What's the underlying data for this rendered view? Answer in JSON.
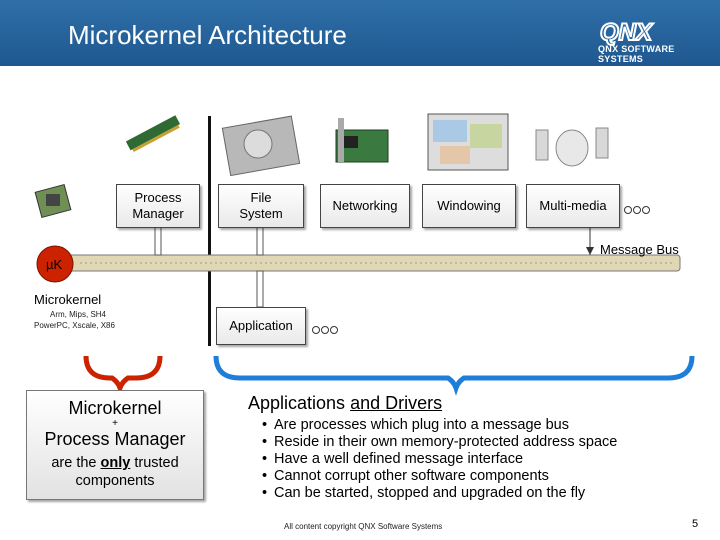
{
  "header": {
    "title": "Microkernel Architecture",
    "logo_text": "QNX",
    "logo_sub": "QNX SOFTWARE SYSTEMS"
  },
  "diagram": {
    "modules": [
      "Process\nManager",
      "File\nSystem",
      "Networking",
      "Windowing",
      "Multi-media"
    ],
    "message_bus_label": "Message Bus",
    "uk_label": "µK",
    "microkernel_label": "Microkernel",
    "cpu_list_line1": "Arm, Mips, SH4",
    "cpu_list_line2": "PowerPC, Xscale, X86",
    "application_label": "Application"
  },
  "left_panel": {
    "line1": "Microkernel",
    "plus": "+",
    "line2": "Process Manager",
    "line3_pre": "are the ",
    "line3_emph": "only",
    "line3_post": " trusted",
    "line4": "components"
  },
  "right_panel": {
    "heading_pre": "Applications ",
    "heading_emph": "and Drivers",
    "bullets": [
      "Are processes which plug into a message bus",
      "Reside in their own memory-protected address space",
      "Have a well defined message interface",
      "Cannot corrupt other software components",
      "Can be started, stopped and upgraded on the fly"
    ]
  },
  "footer": {
    "copyright": "All content copyright QNX Software Systems",
    "page_number": "5"
  },
  "colors": {
    "header_blue": "#1f5890",
    "bus_tan": "#e2d7b4",
    "uk_red": "#cc2200",
    "bracket_red": "#cc2200",
    "bracket_blue": "#1f7fd8"
  }
}
